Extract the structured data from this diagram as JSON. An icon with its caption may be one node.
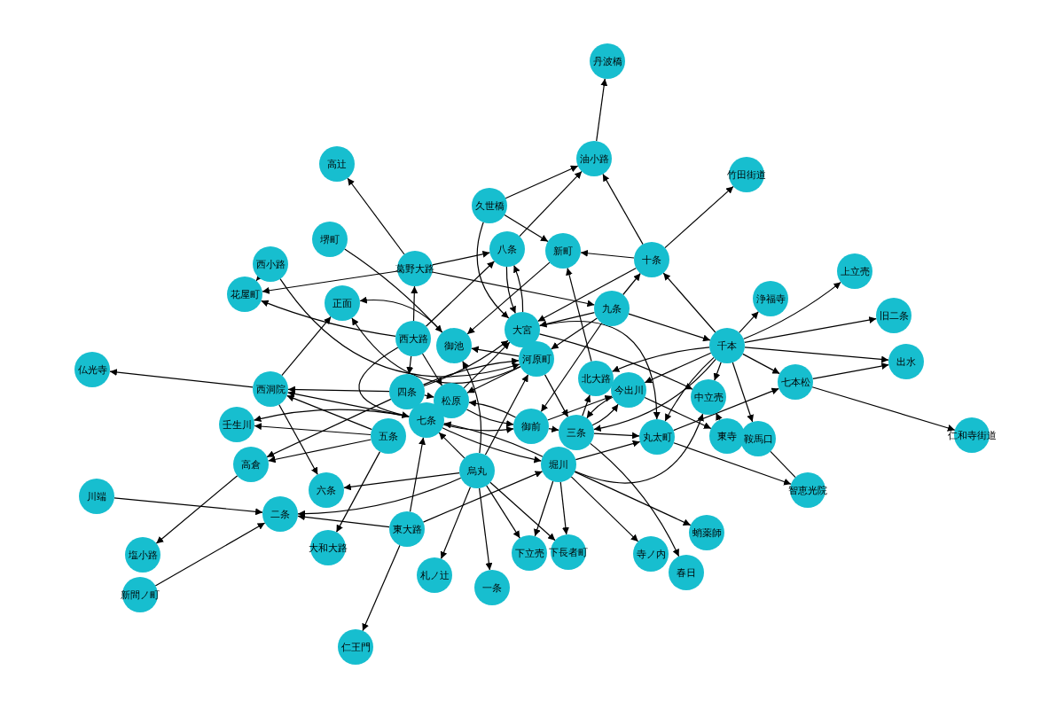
{
  "diagram": {
    "nodes": [
      {
        "text": [
          "丹波橋"
        ]
      },
      {
        "text": [
          "油小路"
        ]
      },
      {
        "text": [
          "竹田街道"
        ]
      },
      {
        "text": [
          "高辻"
        ]
      },
      {
        "text": [
          "久世橋"
        ]
      },
      {
        "text": [
          "堺町"
        ]
      },
      {
        "text": [
          "八条"
        ]
      },
      {
        "text": [
          "新町"
        ]
      },
      {
        "text": [
          "十条"
        ]
      },
      {
        "text": [
          "西小路"
        ]
      },
      {
        "text": [
          "葛野大路"
        ]
      },
      {
        "text": [
          "花屋町"
        ]
      },
      {
        "text": [
          "上立売"
        ]
      },
      {
        "text": [
          "浄福寺"
        ]
      },
      {
        "text": [
          "正面"
        ]
      },
      {
        "text": [
          "九条"
        ]
      },
      {
        "text": [
          "旧二条"
        ]
      },
      {
        "text": [
          "大宮"
        ]
      },
      {
        "text": [
          "西大路"
        ]
      },
      {
        "text": [
          "御池"
        ]
      },
      {
        "text": [
          "千本"
        ]
      },
      {
        "text": [
          "河原町"
        ]
      },
      {
        "text": [
          "仏光寺"
        ]
      },
      {
        "text": [
          "出水"
        ]
      },
      {
        "text": [
          "北大路"
        ]
      },
      {
        "text": [
          "七本松"
        ]
      },
      {
        "text": [
          "西洞院"
        ]
      },
      {
        "text": [
          "四条"
        ]
      },
      {
        "text": [
          "今出川"
        ]
      },
      {
        "text": [
          "松原"
        ]
      },
      {
        "text": [
          "中立売"
        ]
      },
      {
        "text": [
          "七条"
        ]
      },
      {
        "text": [
          "壬生川"
        ]
      },
      {
        "text": [
          "五条"
        ]
      },
      {
        "text": [
          "御前"
        ]
      },
      {
        "text": [
          "東寺"
        ]
      },
      {
        "text": [
          "三条"
        ]
      },
      {
        "text": [
          "鞍馬口"
        ]
      },
      {
        "text": [
          "丸太町"
        ]
      },
      {
        "text": [
          "高倉"
        ]
      },
      {
        "text": [
          "堀川"
        ]
      },
      {
        "text": [
          "仁和寺街道"
        ]
      },
      {
        "text": [
          "烏丸"
        ]
      },
      {
        "text": [
          "六条"
        ]
      },
      {
        "text": [
          "智恵光院"
        ]
      },
      {
        "text": [
          "川端"
        ]
      },
      {
        "text": [
          "二条"
        ]
      },
      {
        "text": [
          "東大路"
        ]
      },
      {
        "text": [
          "蛸薬師"
        ]
      },
      {
        "text": [
          "大和大路"
        ]
      },
      {
        "text": [
          "下立売"
        ]
      },
      {
        "text": [
          "下長者町"
        ]
      },
      {
        "text": [
          "寺ノ内"
        ]
      },
      {
        "text": [
          "塩小路"
        ]
      },
      {
        "text": [
          "春日"
        ]
      },
      {
        "text": [
          "新間ノ町"
        ]
      },
      {
        "text": [
          "札ノ辻"
        ]
      },
      {
        "text": [
          "一条"
        ]
      },
      {
        "text": [
          "仁王門"
        ]
      }
    ],
    "edges": [
      {
        "from": 1,
        "to": 0,
        "arrow": "to"
      },
      {
        "from": 4,
        "to": 1,
        "arrow": "to"
      },
      {
        "from": 6,
        "to": 1,
        "arrow": "to"
      },
      {
        "from": 8,
        "to": 1,
        "arrow": "to"
      },
      {
        "from": 8,
        "to": 2,
        "arrow": "to"
      },
      {
        "from": 8,
        "to": 7,
        "arrow": "to"
      },
      {
        "from": 10,
        "to": 3,
        "arrow": "to"
      },
      {
        "from": 4,
        "to": 7,
        "arrow": "to"
      },
      {
        "from": 4,
        "to": 17,
        "arrow": "to"
      },
      {
        "from": 6,
        "to": 17,
        "arrow": "to"
      },
      {
        "from": 17,
        "to": 6,
        "arrow": "to"
      },
      {
        "from": 10,
        "to": 6,
        "arrow": "to"
      },
      {
        "from": 18,
        "to": 6,
        "arrow": "to"
      },
      {
        "from": 7,
        "to": 19,
        "arrow": "to"
      },
      {
        "from": 24,
        "to": 7,
        "arrow": "to"
      },
      {
        "from": 5,
        "to": 19,
        "arrow": "to"
      },
      {
        "from": 9,
        "to": 11,
        "arrow": "to"
      },
      {
        "from": 9,
        "to": 21,
        "arrow": "to"
      },
      {
        "from": 10,
        "to": 11,
        "arrow": "to"
      },
      {
        "from": 18,
        "to": 11,
        "arrow": "to"
      },
      {
        "from": 21,
        "to": 14,
        "arrow": "to"
      },
      {
        "from": 19,
        "to": 14,
        "arrow": "to"
      },
      {
        "from": 26,
        "to": 14,
        "arrow": "to"
      },
      {
        "from": 10,
        "to": 15,
        "arrow": "to"
      },
      {
        "from": 18,
        "to": 10,
        "arrow": "to"
      },
      {
        "from": 15,
        "to": 8,
        "arrow": "to"
      },
      {
        "from": 15,
        "to": 17,
        "arrow": "to"
      },
      {
        "from": 8,
        "to": 17,
        "arrow": "to"
      },
      {
        "from": 15,
        "to": 21,
        "arrow": "to"
      },
      {
        "from": 15,
        "to": 20,
        "arrow": "to"
      },
      {
        "from": 15,
        "to": 34,
        "arrow": "to"
      },
      {
        "from": 20,
        "to": 8,
        "arrow": "to"
      },
      {
        "from": 20,
        "to": 13,
        "arrow": "to"
      },
      {
        "from": 20,
        "to": 12,
        "arrow": "to"
      },
      {
        "from": 20,
        "to": 16,
        "arrow": "to"
      },
      {
        "from": 20,
        "to": 23,
        "arrow": "to"
      },
      {
        "from": 20,
        "to": 25,
        "arrow": "to"
      },
      {
        "from": 20,
        "to": 30,
        "arrow": "to"
      },
      {
        "from": 20,
        "to": 37,
        "arrow": "to"
      },
      {
        "from": 20,
        "to": 24,
        "arrow": "to"
      },
      {
        "from": 20,
        "to": 28,
        "arrow": "to"
      },
      {
        "from": 20,
        "to": 38,
        "arrow": "to"
      },
      {
        "from": 20,
        "to": 36,
        "arrow": "to"
      },
      {
        "from": 25,
        "to": 23,
        "arrow": "to"
      },
      {
        "from": 25,
        "to": 41,
        "arrow": "to"
      },
      {
        "from": 35,
        "to": 30,
        "arrow": "to"
      },
      {
        "from": 37,
        "to": 44,
        "arrow": "none"
      },
      {
        "from": 38,
        "to": 44,
        "arrow": "to"
      },
      {
        "from": 38,
        "to": 25,
        "arrow": "to"
      },
      {
        "from": 40,
        "to": 38,
        "arrow": "to"
      },
      {
        "from": 36,
        "to": 38,
        "arrow": "to"
      },
      {
        "from": 17,
        "to": 30,
        "arrow": "to"
      },
      {
        "from": 28,
        "to": 35,
        "arrow": "to"
      },
      {
        "from": 17,
        "to": 38,
        "arrow": "to"
      },
      {
        "from": 21,
        "to": 36,
        "arrow": "to"
      },
      {
        "from": 36,
        "to": 24,
        "arrow": "to"
      },
      {
        "from": 36,
        "to": 28,
        "arrow": "to"
      },
      {
        "from": 34,
        "to": 28,
        "arrow": "to"
      },
      {
        "from": 28,
        "to": 36,
        "arrow": "to"
      },
      {
        "from": 40,
        "to": 30,
        "arrow": "to"
      },
      {
        "from": 42,
        "to": 50,
        "arrow": "to"
      },
      {
        "from": 42,
        "to": 51,
        "arrow": "to"
      },
      {
        "from": 42,
        "to": 56,
        "arrow": "to"
      },
      {
        "from": 42,
        "to": 57,
        "arrow": "to"
      },
      {
        "from": 42,
        "to": 43,
        "arrow": "to"
      },
      {
        "from": 42,
        "to": 46,
        "arrow": "to"
      },
      {
        "from": 42,
        "to": 31,
        "arrow": "to"
      },
      {
        "from": 42,
        "to": 19,
        "arrow": "to"
      },
      {
        "from": 42,
        "to": 21,
        "arrow": "to"
      },
      {
        "from": 40,
        "to": 50,
        "arrow": "to"
      },
      {
        "from": 40,
        "to": 51,
        "arrow": "to"
      },
      {
        "from": 40,
        "to": 52,
        "arrow": "to"
      },
      {
        "from": 40,
        "to": 48,
        "arrow": "to"
      },
      {
        "from": 36,
        "to": 54,
        "arrow": "to"
      },
      {
        "from": 47,
        "to": 31,
        "arrow": "to"
      },
      {
        "from": 47,
        "to": 46,
        "arrow": "to"
      },
      {
        "from": 47,
        "to": 58,
        "arrow": "to"
      },
      {
        "from": 47,
        "to": 40,
        "arrow": "to"
      },
      {
        "from": 33,
        "to": 32,
        "arrow": "to"
      },
      {
        "from": 31,
        "to": 32,
        "arrow": "to"
      },
      {
        "from": 33,
        "to": 26,
        "arrow": "to"
      },
      {
        "from": 27,
        "to": 26,
        "arrow": "to"
      },
      {
        "from": 31,
        "to": 26,
        "arrow": "to"
      },
      {
        "from": 33,
        "to": 39,
        "arrow": "to"
      },
      {
        "from": 27,
        "to": 39,
        "arrow": "to"
      },
      {
        "from": 33,
        "to": 49,
        "arrow": "to"
      },
      {
        "from": 26,
        "to": 43,
        "arrow": "to"
      },
      {
        "from": 26,
        "to": 22,
        "arrow": "to"
      },
      {
        "from": 39,
        "to": 53,
        "arrow": "to"
      },
      {
        "from": 55,
        "to": 46,
        "arrow": "to"
      },
      {
        "from": 45,
        "to": 46,
        "arrow": "to"
      },
      {
        "from": 18,
        "to": 27,
        "arrow": "to"
      },
      {
        "from": 18,
        "to": 29,
        "arrow": "to"
      },
      {
        "from": 18,
        "to": 31,
        "arrow": "to"
      },
      {
        "from": 27,
        "to": 29,
        "arrow": "to"
      },
      {
        "from": 27,
        "to": 17,
        "arrow": "to"
      },
      {
        "from": 27,
        "to": 21,
        "arrow": "to"
      },
      {
        "from": 29,
        "to": 17,
        "arrow": "to"
      },
      {
        "from": 21,
        "to": 29,
        "arrow": "to"
      },
      {
        "from": 29,
        "to": 34,
        "arrow": "to"
      },
      {
        "from": 34,
        "to": 29,
        "arrow": "to"
      },
      {
        "from": 31,
        "to": 34,
        "arrow": "to"
      },
      {
        "from": 31,
        "to": 40,
        "arrow": "to"
      },
      {
        "from": 40,
        "to": 31,
        "arrow": "to"
      },
      {
        "from": 34,
        "to": 36,
        "arrow": "to"
      },
      {
        "from": 21,
        "to": 19,
        "arrow": "to"
      }
    ]
  }
}
